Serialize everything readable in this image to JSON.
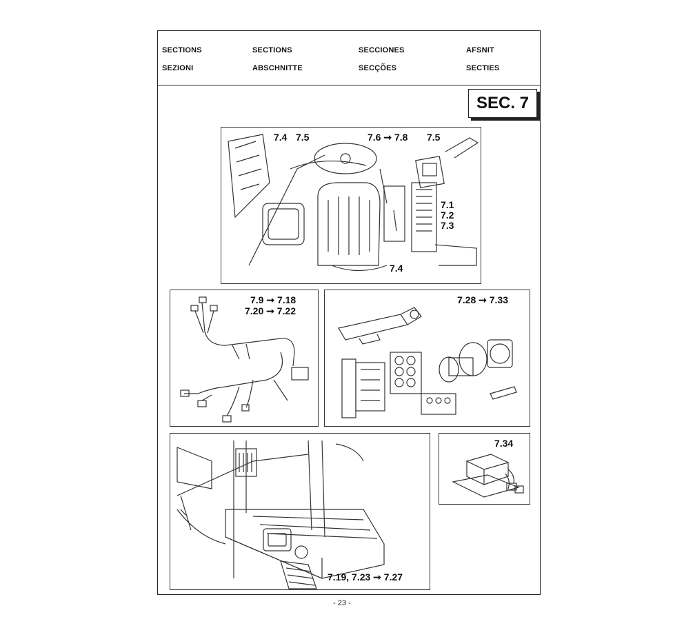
{
  "header": {
    "row1": [
      "SECTIONS",
      "SECTIONS",
      "SECCIONES",
      "AFSNIT"
    ],
    "row2": [
      "SEZIONI",
      "ABSCHNITTE",
      "SECÇÕES",
      "SECTIES"
    ]
  },
  "section_box": "SEC. 7",
  "panels": {
    "cab": {
      "labels": [
        "7.4",
        "7.5",
        "7.6 ➞ 7.8",
        "7.5",
        "7.1",
        "7.2",
        "7.3",
        "7.4"
      ]
    },
    "harness": {
      "labels": [
        "7.9 ➞ 7.18",
        "7.20 ➞ 7.22"
      ]
    },
    "connectors": {
      "labels": [
        "7.28 ➞ 7.33"
      ]
    },
    "floor": {
      "labels": [
        "7.19, 7.23 ➞ 7.27"
      ]
    },
    "module": {
      "labels": [
        "7.34"
      ]
    }
  },
  "page_number": "- 23 -"
}
